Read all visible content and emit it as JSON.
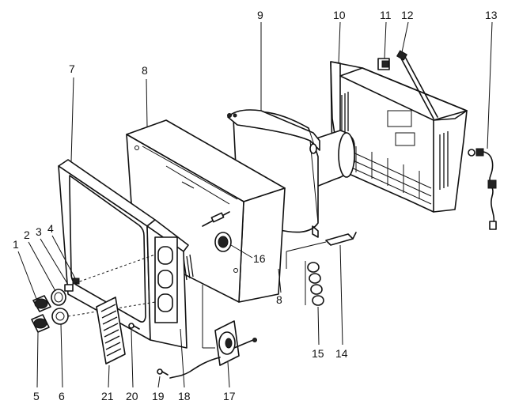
{
  "callouts": [
    {
      "id": "c1",
      "label": "1"
    },
    {
      "id": "c2",
      "label": "2"
    },
    {
      "id": "c3",
      "label": "3"
    },
    {
      "id": "c4",
      "label": "4"
    },
    {
      "id": "c5",
      "label": "5"
    },
    {
      "id": "c6",
      "label": "6"
    },
    {
      "id": "c7",
      "label": "7"
    },
    {
      "id": "c8",
      "label": "8"
    },
    {
      "id": "c8b",
      "label": "8"
    },
    {
      "id": "c9",
      "label": "9"
    },
    {
      "id": "c10",
      "label": "10"
    },
    {
      "id": "c11",
      "label": "11"
    },
    {
      "id": "c12",
      "label": "12"
    },
    {
      "id": "c13",
      "label": "13"
    },
    {
      "id": "c14",
      "label": "14"
    },
    {
      "id": "c15",
      "label": "15"
    },
    {
      "id": "c16",
      "label": "16"
    },
    {
      "id": "c17",
      "label": "17"
    },
    {
      "id": "c18",
      "label": "18"
    },
    {
      "id": "c19",
      "label": "19"
    },
    {
      "id": "c20",
      "label": "20"
    },
    {
      "id": "c21",
      "label": "21"
    }
  ]
}
